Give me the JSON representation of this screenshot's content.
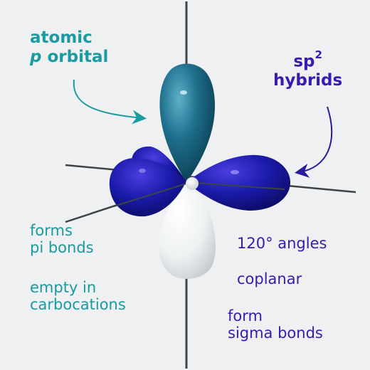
{
  "labels": {
    "atomic_p": {
      "line1": "atomic",
      "p_letter": "p",
      "line2_rest": " orbital"
    },
    "sp2": {
      "base": "sp",
      "superscript": "2",
      "line2": "hybrids"
    },
    "pi_note": {
      "line1": "forms",
      "line2": "pi bonds"
    },
    "carbocation_note": {
      "line1": "empty in",
      "line2": "carbocations"
    },
    "angle_note": "120° angles",
    "coplanar_note": "coplanar",
    "sigma_note": {
      "line1": "form",
      "line2": "sigma bonds"
    }
  },
  "colors": {
    "background": "#eef0f1",
    "p_orbital_filled": "#1e6f8c",
    "p_orbital_empty": "#f4f6f7",
    "sp2_orbital": "#1a1aa8",
    "teal_text": "#1a9aa1",
    "navy_text": "#3a1ab0",
    "axes": "#3c4448"
  },
  "icons": {
    "p_arrow": "curved-arrow-teal",
    "sp2_arrow": "curved-arrow-navy"
  }
}
